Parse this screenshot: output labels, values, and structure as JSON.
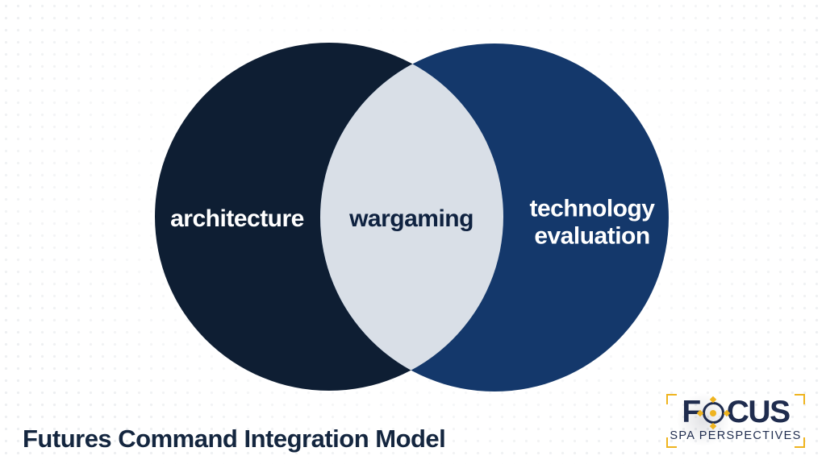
{
  "slide": {
    "title": "Futures Command Integration Model",
    "title_color": "#14263F"
  },
  "venn": {
    "left": {
      "label": "architecture",
      "color": "#0E1E33",
      "text_color": "#FFFFFF"
    },
    "overlap": {
      "label": "wargaming",
      "color": "#D9DFE7",
      "text_color": "#0F2240"
    },
    "right": {
      "label": "technology evaluation",
      "color": "#14386B",
      "text_color": "#FFFFFF"
    }
  },
  "logo": {
    "word_prefix": "F",
    "word_suffix": "CUS",
    "o_icon": "focus-target-reticle-icon",
    "subtitle": "SPA PERSPECTIVES",
    "navy": "#1F2C4E",
    "gold": "#EFB41F"
  }
}
